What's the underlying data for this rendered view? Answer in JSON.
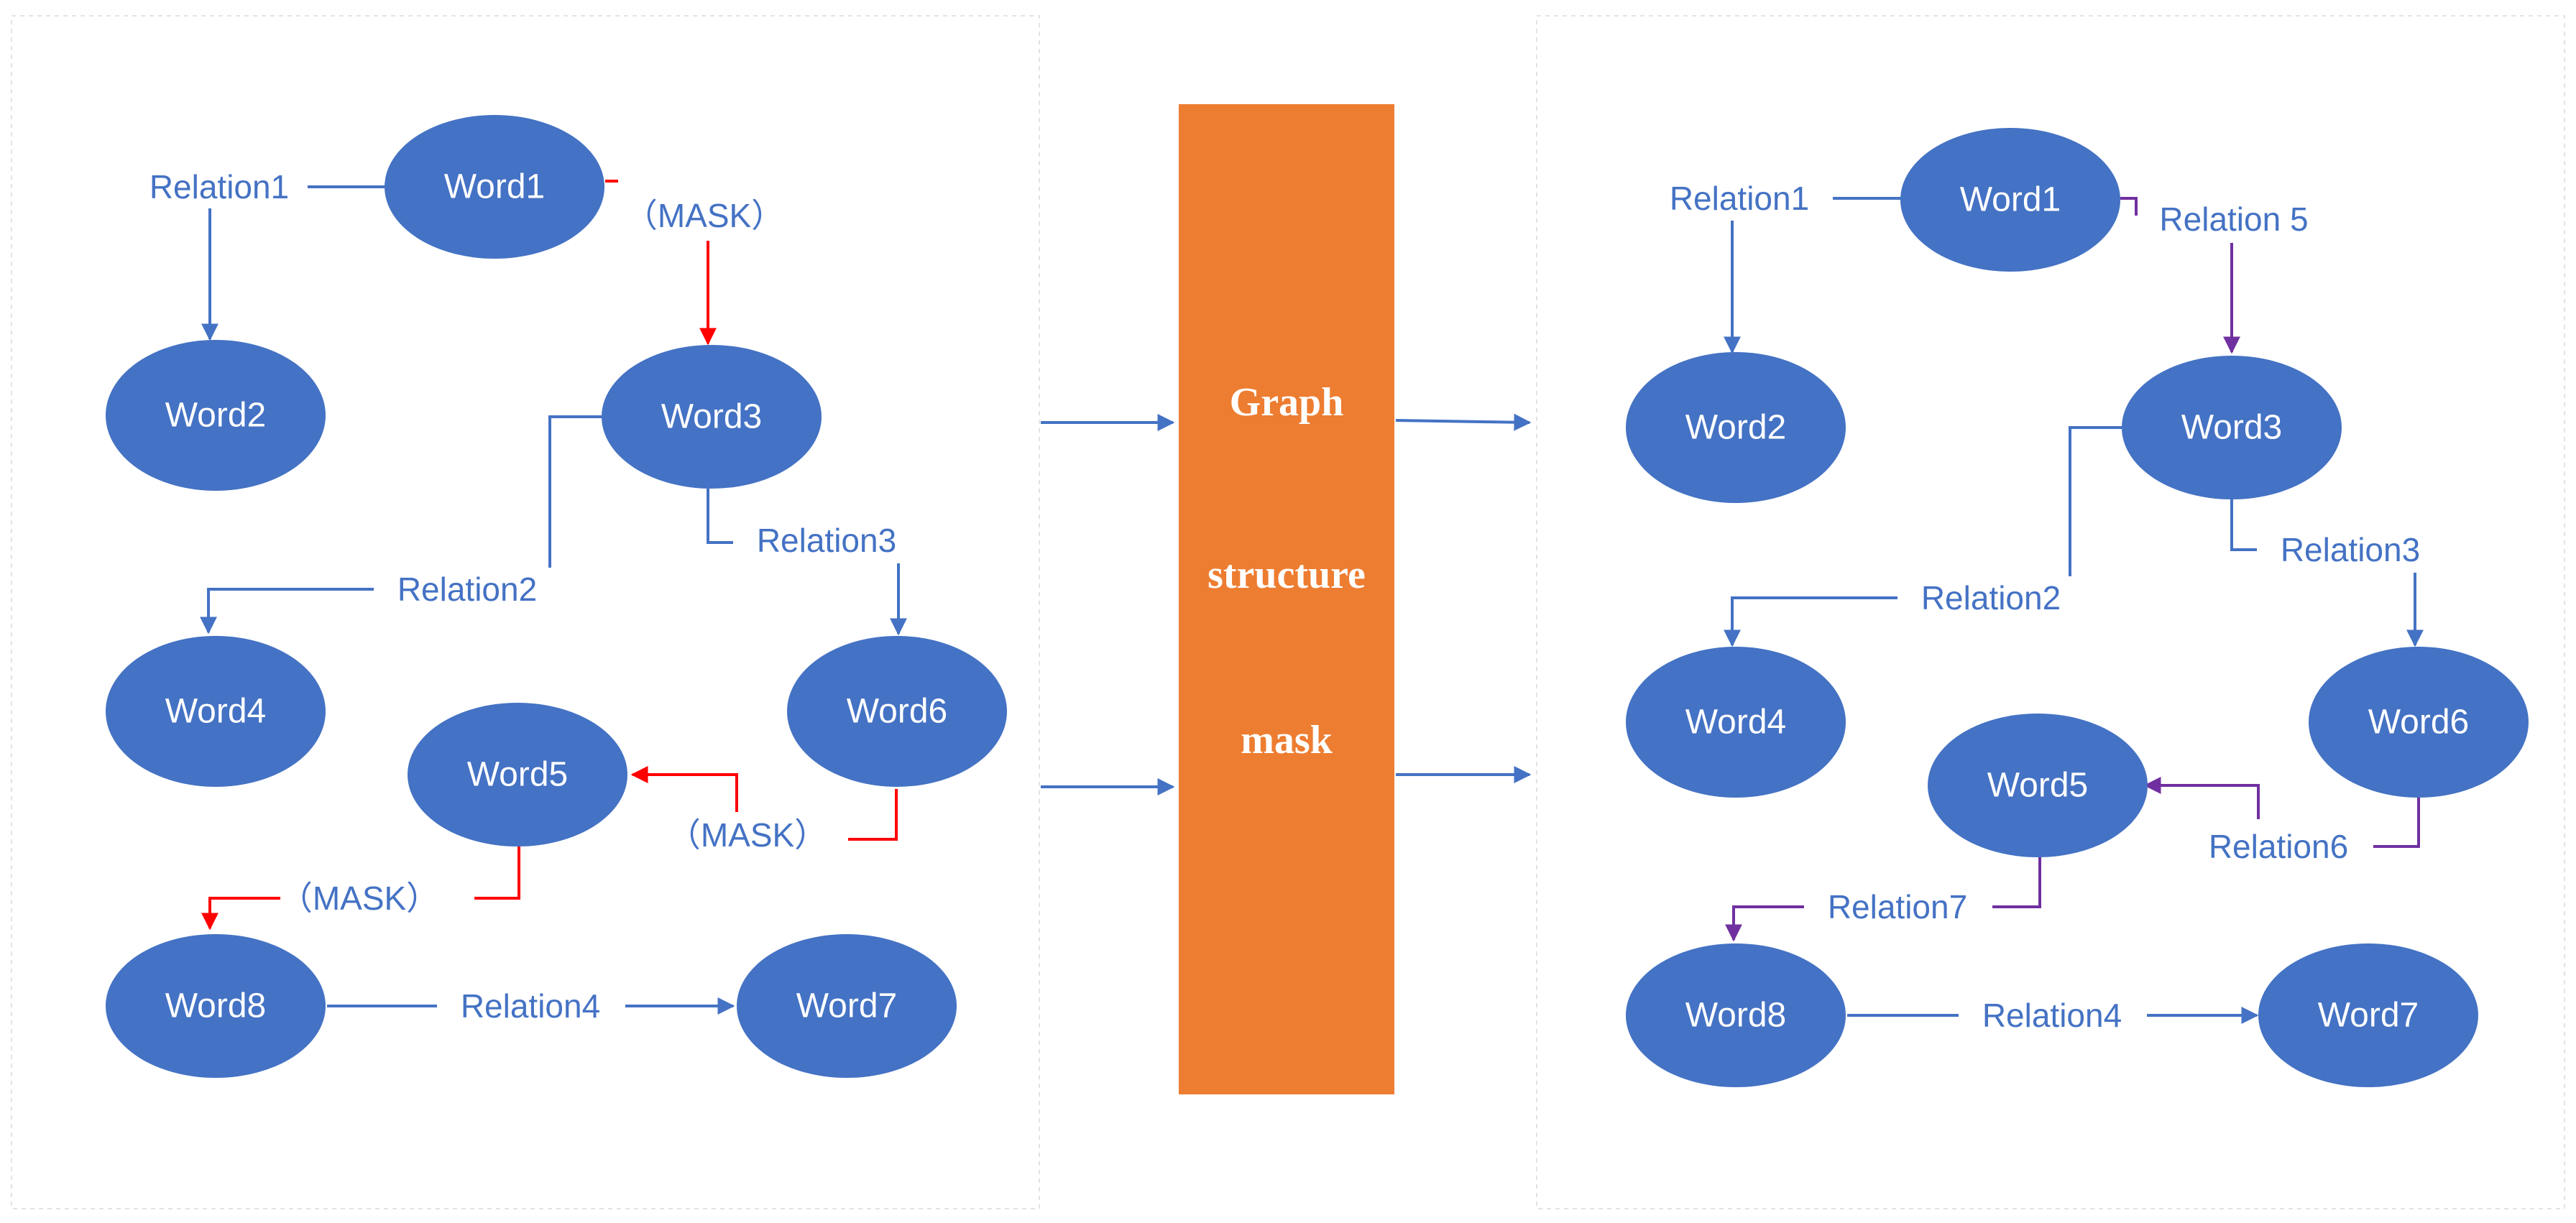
{
  "colors": {
    "node_fill": "#4472c4",
    "relation_line": "#4472c4",
    "mask_line": "#ff0000",
    "new_relation_line": "#7030a0",
    "center_box": "#ed7d31"
  },
  "center_box": {
    "lines": [
      "Graph",
      "structure",
      "mask"
    ]
  },
  "left_graph": {
    "nodes": {
      "w1": "Word1",
      "w2": "Word2",
      "w3": "Word3",
      "w4": "Word4",
      "w5": "Word5",
      "w6": "Word6",
      "w7": "Word7",
      "w8": "Word8"
    },
    "relations": {
      "r1": "Relation1",
      "r2": "Relation2",
      "r3": "Relation3",
      "r4": "Relation4"
    },
    "masks": [
      "（MASK）",
      "（MASK）",
      "（MASK）"
    ]
  },
  "right_graph": {
    "nodes": {
      "w1": "Word1",
      "w2": "Word2",
      "w3": "Word3",
      "w4": "Word4",
      "w5": "Word5",
      "w6": "Word6",
      "w7": "Word7",
      "w8": "Word8"
    },
    "relations": {
      "r1": "Relation1",
      "r2": "Relation2",
      "r3": "Relation3",
      "r4": "Relation4",
      "r5": "Relation 5",
      "r6": "Relation6",
      "r7": "Relation7"
    }
  }
}
